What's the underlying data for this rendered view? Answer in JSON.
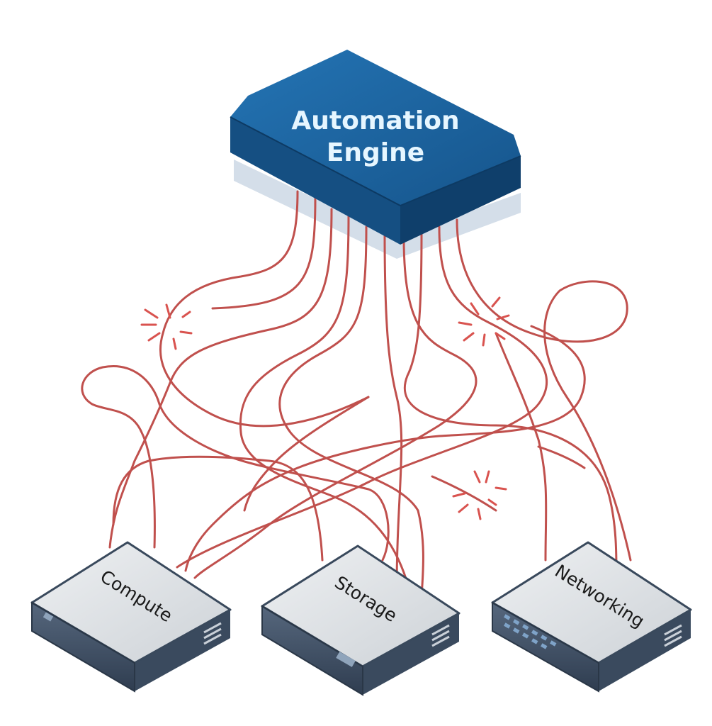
{
  "engine": {
    "label_line1": "Automation",
    "label_line2": "Engine",
    "color": "#1b5e96"
  },
  "devices": [
    {
      "label": "Compute"
    },
    {
      "label": "Storage"
    },
    {
      "label": "Networking"
    }
  ],
  "colors": {
    "wire": "#c0504d",
    "spark": "#d9534f",
    "device_top": "#dde0e3",
    "device_side": "#3c4d63"
  },
  "icons": [
    "spark-icon",
    "port-led-icon",
    "vent-icon"
  ]
}
